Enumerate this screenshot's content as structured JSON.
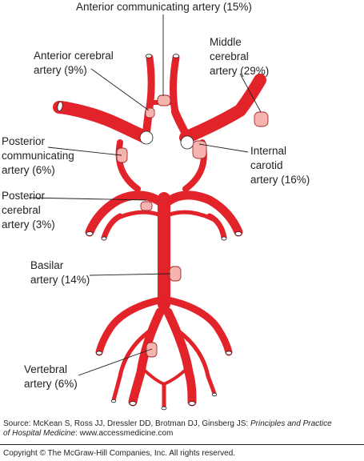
{
  "labels": {
    "acom": "Anterior communicating artery (15%)",
    "aca_1": "Anterior cerebral",
    "aca_2": "artery (9%)",
    "mca_1": "Middle",
    "mca_2": "cerebral",
    "mca_3": "artery (29%)",
    "pcom_1": "Posterior",
    "pcom_2": "communicating",
    "pcom_3": "artery (6%)",
    "ica_1": "Internal",
    "ica_2": "carotid",
    "ica_3": "artery (16%)",
    "pca_1": "Posterior",
    "pca_2": "cerebral",
    "pca_3": "artery (3%)",
    "basilar_1": "Basilar",
    "basilar_2": "artery (14%)",
    "vertebral_1": "Vertebral",
    "vertebral_2": "artery (6%)"
  },
  "footer": {
    "source_prefix": "Source: McKean S, Ross JJ, Dressler DD, Brotman DJ, Ginsberg JS: ",
    "source_title_1": "Principles and Practice",
    "source_title_2": "of Hospital Medicine",
    "source_suffix": ": www.accessmedicine.com",
    "copyright": "Copyright © The McGraw-Hill Companies, Inc. All rights reserved."
  },
  "colors": {
    "artery": "#e2232a",
    "aneurysm": "#f7b3ae",
    "text": "#231f20"
  }
}
